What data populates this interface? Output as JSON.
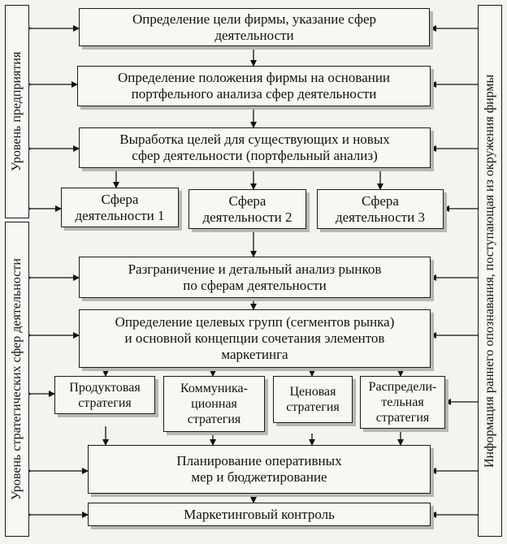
{
  "left_panel": {
    "top_label": "Уровень предприятия",
    "bottom_label": "Уровень стратегических сфер деятельности"
  },
  "right_panel": {
    "label": "Информация раннего опознавания, поступающая из окружения фирмы"
  },
  "boxes": {
    "b1": "Определение цели фирмы, указание сфер\nдеятельности",
    "b2": "Определение положения фирмы на основании\nпортфельного анализа сфер деятельности",
    "b3": "Выработка целей для существующих и новых\nсфер деятельности (портфельный анализ)",
    "sphere1": "Сфера\nдеятельности 1",
    "sphere2": "Сфера\nдеятельности 2",
    "sphere3": "Сфера\nдеятельности 3",
    "b4": "Разграничение и детальный анализ рынков\nпо сферам деятельности",
    "b5": "Определение целевых групп (сегментов рынка)\nи основной концепции сочетания элементов\nмаркетинга",
    "strat1": "Продуктовая\nстратегия",
    "strat2": "Коммуника-\nционная\nстратегия",
    "strat3": "Ценовая\nстратегия",
    "strat4": "Распредели-\nтельная\nстратегия",
    "b6": "Планирование оперативных\nмер и бюджетирование",
    "b7": "Маркетинговый контроль"
  }
}
